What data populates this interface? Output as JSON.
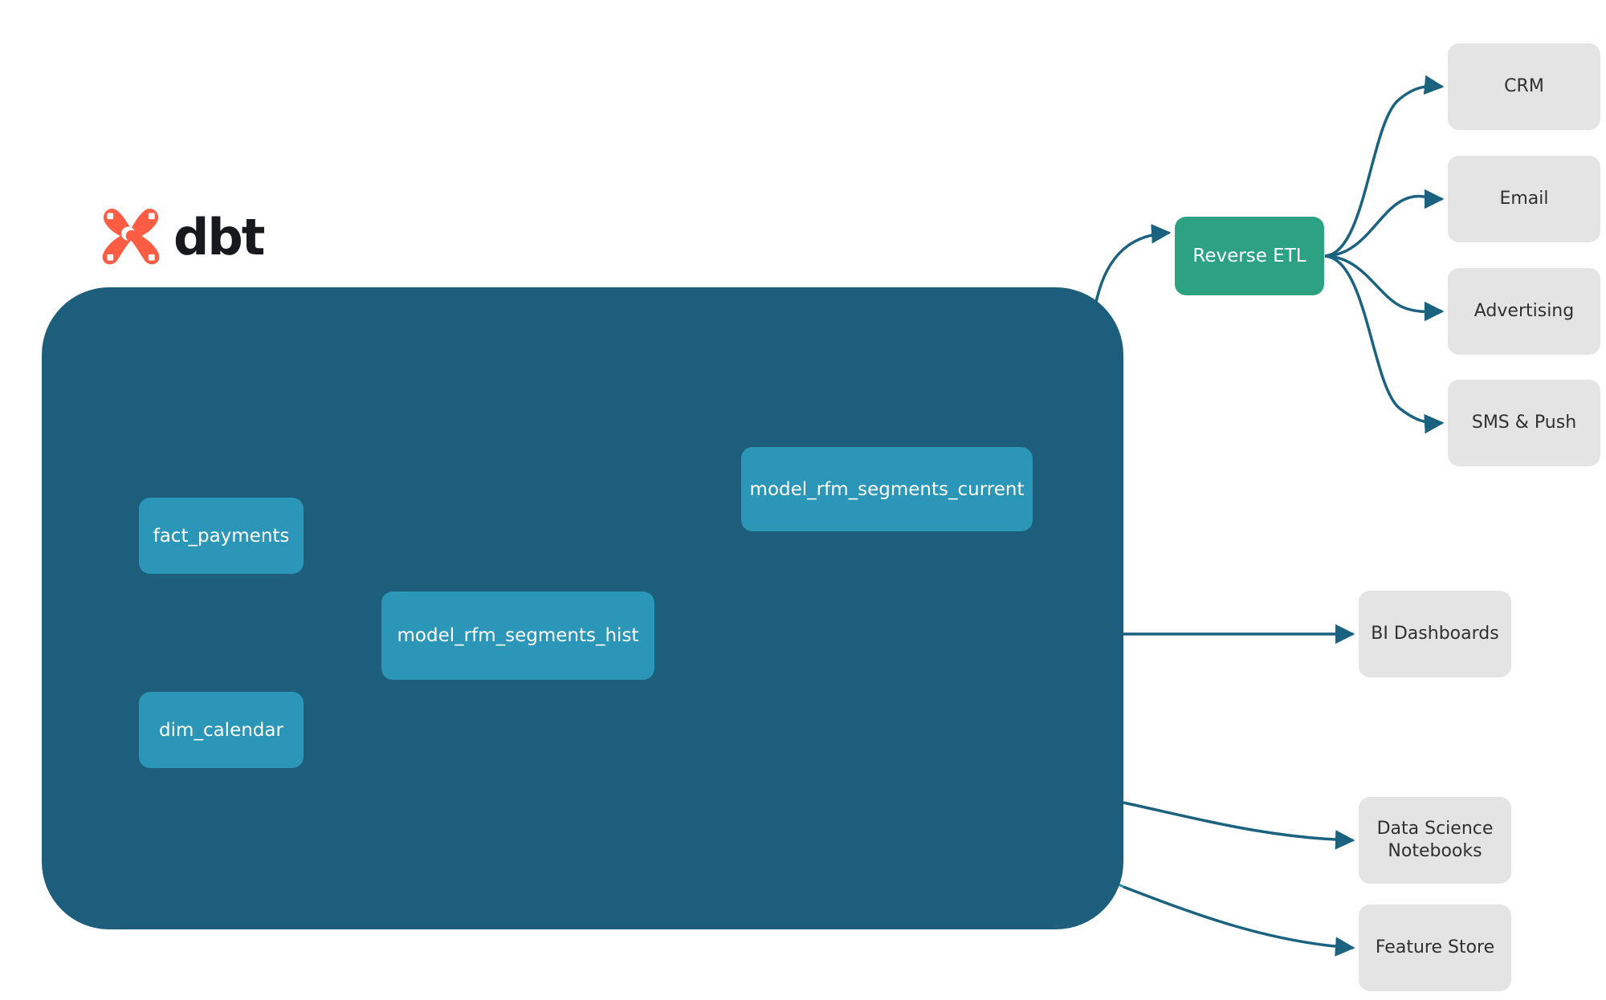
{
  "brand": {
    "name": "dbt",
    "logo_icon": "dbt-mark-icon",
    "logo_color": "#FF5C44",
    "wordmark_color": "#17191C"
  },
  "colors": {
    "project_container": "#1C5E7C",
    "model_node": "#2B96B8",
    "reverse_etl_node": "#2DA283",
    "destination_node": "#E4E4E4",
    "external_edge": "#1A6280",
    "internal_edge": "#2E8AA8",
    "node_label": "#FFFFFF",
    "destination_label": "#303030",
    "background": "#FFFFFF"
  },
  "project": {
    "label": "dbt",
    "models": [
      {
        "id": "fact_payments",
        "label": "fact_payments"
      },
      {
        "id": "dim_calendar",
        "label": "dim_calendar"
      },
      {
        "id": "model_rfm_segments_hist",
        "label": "model_rfm_segments_hist"
      },
      {
        "id": "model_rfm_segments_current",
        "label": "model_rfm_segments_current"
      }
    ]
  },
  "reverse_etl": {
    "label": "Reverse ETL"
  },
  "activation_destinations": [
    {
      "id": "crm",
      "label": "CRM"
    },
    {
      "id": "email",
      "label": "Email"
    },
    {
      "id": "advertising",
      "label": "Advertising"
    },
    {
      "id": "sms_push",
      "label": "SMS & Push"
    }
  ],
  "analytics_destinations": [
    {
      "id": "bi_dashboards",
      "label": "BI Dashboards"
    },
    {
      "id": "data_science_notebooks",
      "label": "Data Science\nNotebooks"
    },
    {
      "id": "feature_store",
      "label": "Feature Store"
    }
  ],
  "edges": [
    {
      "from": "fact_payments",
      "to": "model_rfm_segments_hist"
    },
    {
      "from": "dim_calendar",
      "to": "model_rfm_segments_hist"
    },
    {
      "from": "model_rfm_segments_hist",
      "to": "model_rfm_segments_current"
    },
    {
      "from": "model_rfm_segments_current",
      "to": "reverse_etl"
    },
    {
      "from": "model_rfm_segments_hist",
      "to": "bi_dashboards"
    },
    {
      "from": "model_rfm_segments_hist",
      "to": "data_science_notebooks"
    },
    {
      "from": "model_rfm_segments_hist",
      "to": "feature_store"
    },
    {
      "from": "reverse_etl",
      "to": "crm"
    },
    {
      "from": "reverse_etl",
      "to": "email"
    },
    {
      "from": "reverse_etl",
      "to": "advertising"
    },
    {
      "from": "reverse_etl",
      "to": "sms_push"
    }
  ]
}
